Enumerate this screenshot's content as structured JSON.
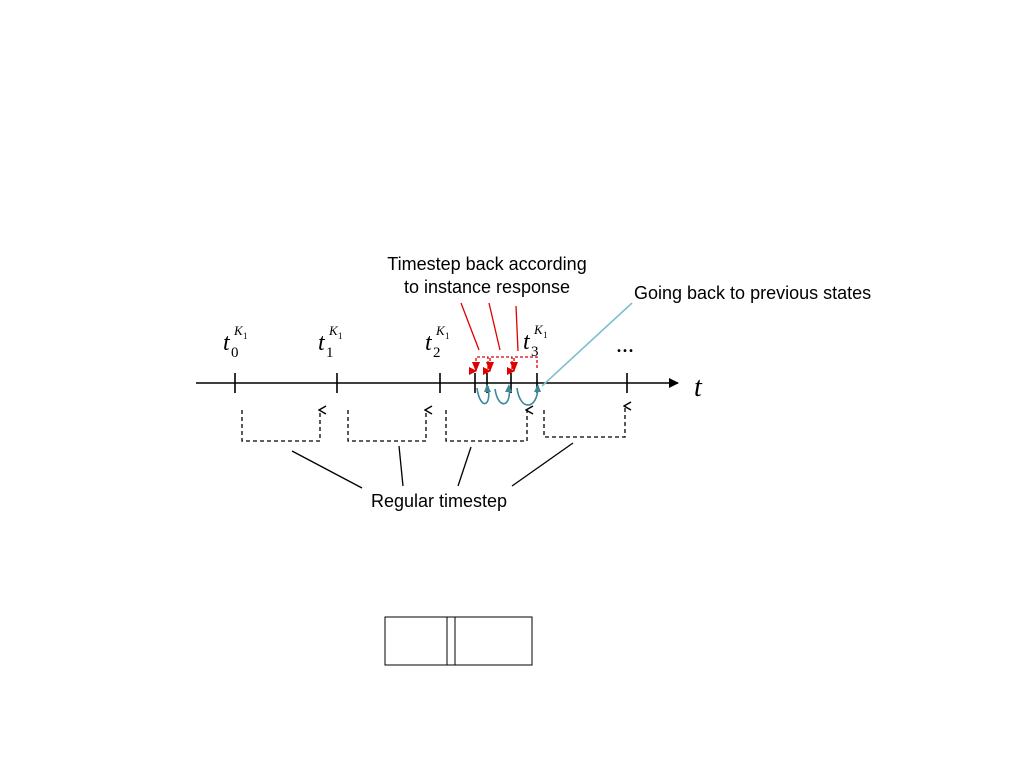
{
  "labels": {
    "timestep_back_line1": "Timestep back according",
    "timestep_back_line2": "to instance response",
    "going_back": "Going back to previous states",
    "regular_timestep": "Regular timestep",
    "axis_variable": "t",
    "ellipsis": "..."
  },
  "time_points": [
    {
      "base": "t",
      "sub": "0",
      "sup": "K",
      "supsub": "1"
    },
    {
      "base": "t",
      "sub": "1",
      "sup": "K",
      "supsub": "1"
    },
    {
      "base": "t",
      "sub": "2",
      "sup": "K",
      "supsub": "1"
    },
    {
      "base": "t",
      "sub": "3",
      "sup": "K",
      "supsub": "1"
    }
  ],
  "colors": {
    "axis": "#000000",
    "timestep_back": "#e00000",
    "going_back": "#3a8a9a",
    "going_back_pointer": "#7fbfcf"
  }
}
